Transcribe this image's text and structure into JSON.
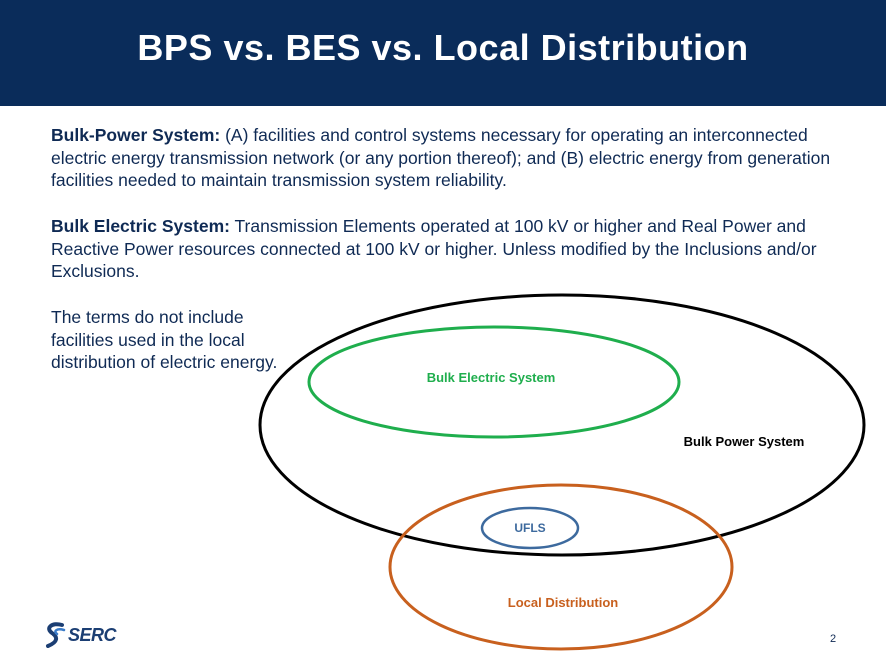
{
  "slide": {
    "title": "BPS vs. BES vs. Local Distribution",
    "page_number": "2"
  },
  "definitions": {
    "bps_term": "Bulk-Power System:",
    "bps_text": " (A) facilities and control systems necessary for operating an interconnected electric energy transmission network (or any portion thereof); and (B) electric energy from generation facilities needed to maintain transmission system reliability.",
    "bes_term": "Bulk Electric System:",
    "bes_text": " Transmission Elements operated at 100 kV or higher and Real Power and Reactive Power resources connected at 100 kV or higher. Unless modified by the Inclusions and/or Exclusions.",
    "note": "The terms do not include facilities used in the local distribution of electric energy."
  },
  "diagram": {
    "bulk_power_system": "Bulk Power System",
    "bulk_electric_system": "Bulk Electric System",
    "ufls": "UFLS",
    "local_distribution": "Local Distribution",
    "colors": {
      "bulk_power_system": "#000000",
      "bulk_electric_system": "#1fae4d",
      "ufls": "#3d6a9e",
      "local_distribution": "#c8601e"
    }
  },
  "footer": {
    "logo_text": "SERC",
    "logo_icon": "serc-swoosh-icon"
  }
}
